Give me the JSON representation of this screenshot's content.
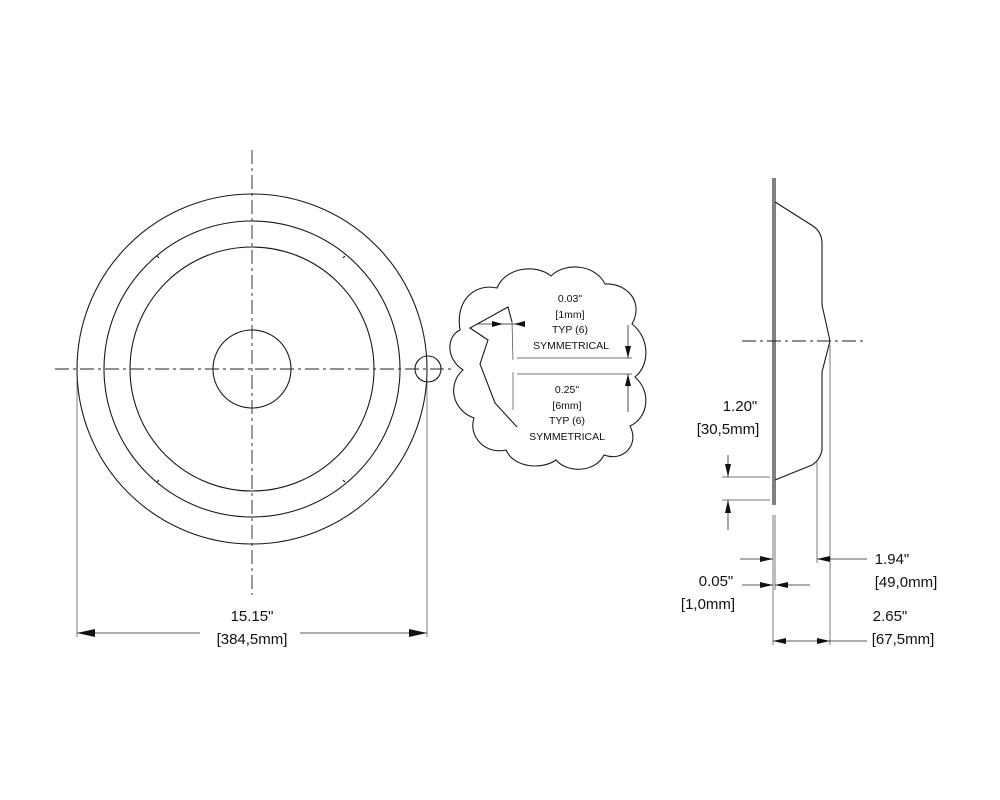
{
  "colors": {
    "line": "#1a1a1a",
    "background": "#ffffff"
  },
  "front_view": {
    "overall_diameter": {
      "inch": "15.15\"",
      "mm": "[384,5mm]"
    }
  },
  "detail_view": {
    "callout_top": {
      "inch": "0.03\"",
      "mm": "[1mm]",
      "qty": "TYP (6)",
      "note": "SYMMETRICAL"
    },
    "callout_bottom": {
      "inch": "0.25\"",
      "mm": "[6mm]",
      "qty": "TYP (6)",
      "note": "SYMMETRICAL"
    }
  },
  "side_view": {
    "height_dim": {
      "inch": "1.20\"",
      "mm": "[30,5mm]"
    },
    "inner_depth_dim": {
      "inch": "1.94\"",
      "mm": "[49,0mm]"
    },
    "thickness_dim": {
      "inch": "0.05\"",
      "mm": "[1,0mm]"
    },
    "overall_depth_dim": {
      "inch": "2.65\"",
      "mm": "[67,5mm]"
    }
  }
}
